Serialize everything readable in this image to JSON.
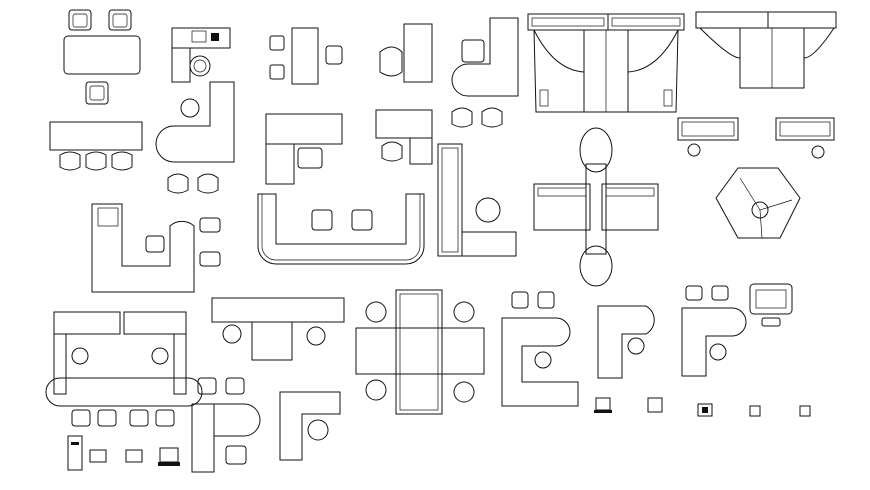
{
  "drawing": {
    "background": "#ffffff",
    "line_color": "#111111"
  },
  "symbols": [
    {
      "id": "meeting-table-set",
      "icon": "rectangular-table-with-chairs"
    },
    {
      "id": "computer-desk-set",
      "icon": "desk-with-monitor-and-chair"
    },
    {
      "id": "two-seat-desk",
      "icon": "desk-with-two-chairs"
    },
    {
      "id": "lounge-desk",
      "icon": "desk-with-armchair"
    },
    {
      "id": "l-desk-with-armchair",
      "icon": "l-shaped-desk"
    },
    {
      "id": "cubicle-cluster-a",
      "icon": "workstation-cluster"
    },
    {
      "id": "cubicle-cluster-b",
      "icon": "workstation-cluster"
    },
    {
      "id": "reception-counter",
      "icon": "curved-reception-desk"
    },
    {
      "id": "pod-cluster",
      "icon": "radial-workstation-pod"
    },
    {
      "id": "pinwheel-cluster",
      "icon": "four-way-cluster"
    },
    {
      "id": "computer-icons",
      "icon": "pc-and-monitor"
    }
  ]
}
